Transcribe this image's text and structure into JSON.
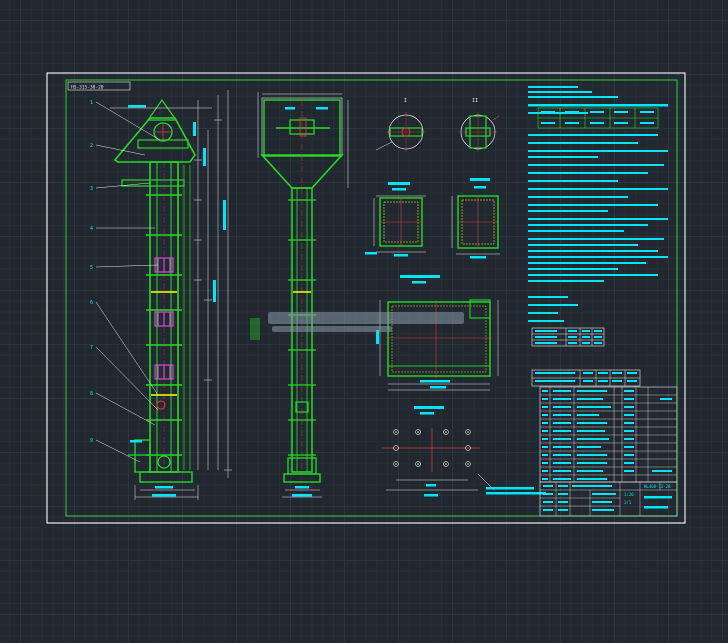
{
  "title_box": {
    "code": "HS-315-30-20"
  },
  "drawing_no": "HL400-13-28",
  "scale": "1:20",
  "sheet_label": "1/1",
  "section_labels": {
    "view_I": "I",
    "view_II": "II"
  },
  "part_numbers": [
    "1",
    "2",
    "3",
    "4",
    "5",
    "6",
    "7",
    "8",
    "9"
  ],
  "colors": {
    "sheet_border": "#e8e8e8",
    "frame": "#33cc33",
    "machine": "#27d827",
    "text": "#00e5ff",
    "accent": "#e03a3a",
    "highlight": "#ffff00",
    "magenta": "#d44cd4",
    "table_bg": "#ffffff"
  }
}
